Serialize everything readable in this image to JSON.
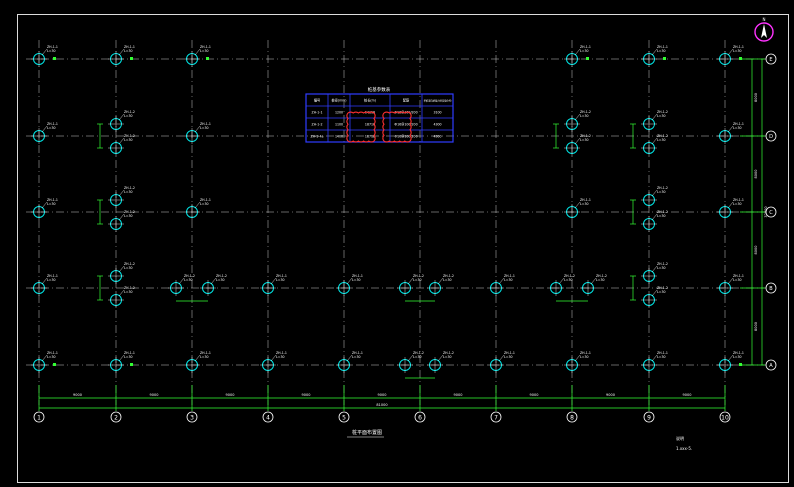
{
  "drawing": {
    "title": "桩平面布置图",
    "subtitle": "",
    "notes": [
      "说明",
      "1.xxx-5."
    ],
    "north_arrow_label": "N"
  },
  "grid": {
    "axis_numbers": [
      "1",
      "2",
      "3",
      "4",
      "5",
      "6",
      "7",
      "8",
      "9",
      "10"
    ],
    "axis_letters": [
      "E",
      "D",
      "C",
      "B",
      "A"
    ],
    "spans_bottom": [
      "9000",
      "9000",
      "9000",
      "9000",
      "9000",
      "9000",
      "9000",
      "9000",
      "9000"
    ],
    "total_bottom": "81000",
    "spans_right": [
      "8000",
      "8000",
      "8000",
      "8000"
    ],
    "total_right": "32000"
  },
  "pile_labels": {
    "default": [
      "ZH-1-1",
      "L=30"
    ],
    "pair": [
      "ZH-1-2",
      "L=30"
    ]
  },
  "pile_table": {
    "title": "桩基参数表",
    "headers": [
      "编号",
      "桩径(mm)",
      "桩长(m)",
      "配筋",
      "单桩竖向承载力特征值(kN)"
    ],
    "rows": [
      [
        "ZH-1-1",
        "1200",
        "14118",
        "Ф16@100/200",
        "3100"
      ],
      [
        "ZH-1-2",
        "1100",
        "18716",
        "Ф16@100/200",
        "4300"
      ],
      [
        "ZH-1-4a",
        "1400",
        "18718",
        "Ф16@100/200",
        "4300"
      ]
    ]
  },
  "colors": {
    "background": "#000000",
    "grid_line": "#c8c8c8",
    "pile": "#00e5e5",
    "dimension": "#33ff33",
    "table_border": "#2f3cff",
    "cloud": "#ff3030",
    "north_circle": "#ff33ff",
    "text": "#ffffff"
  }
}
